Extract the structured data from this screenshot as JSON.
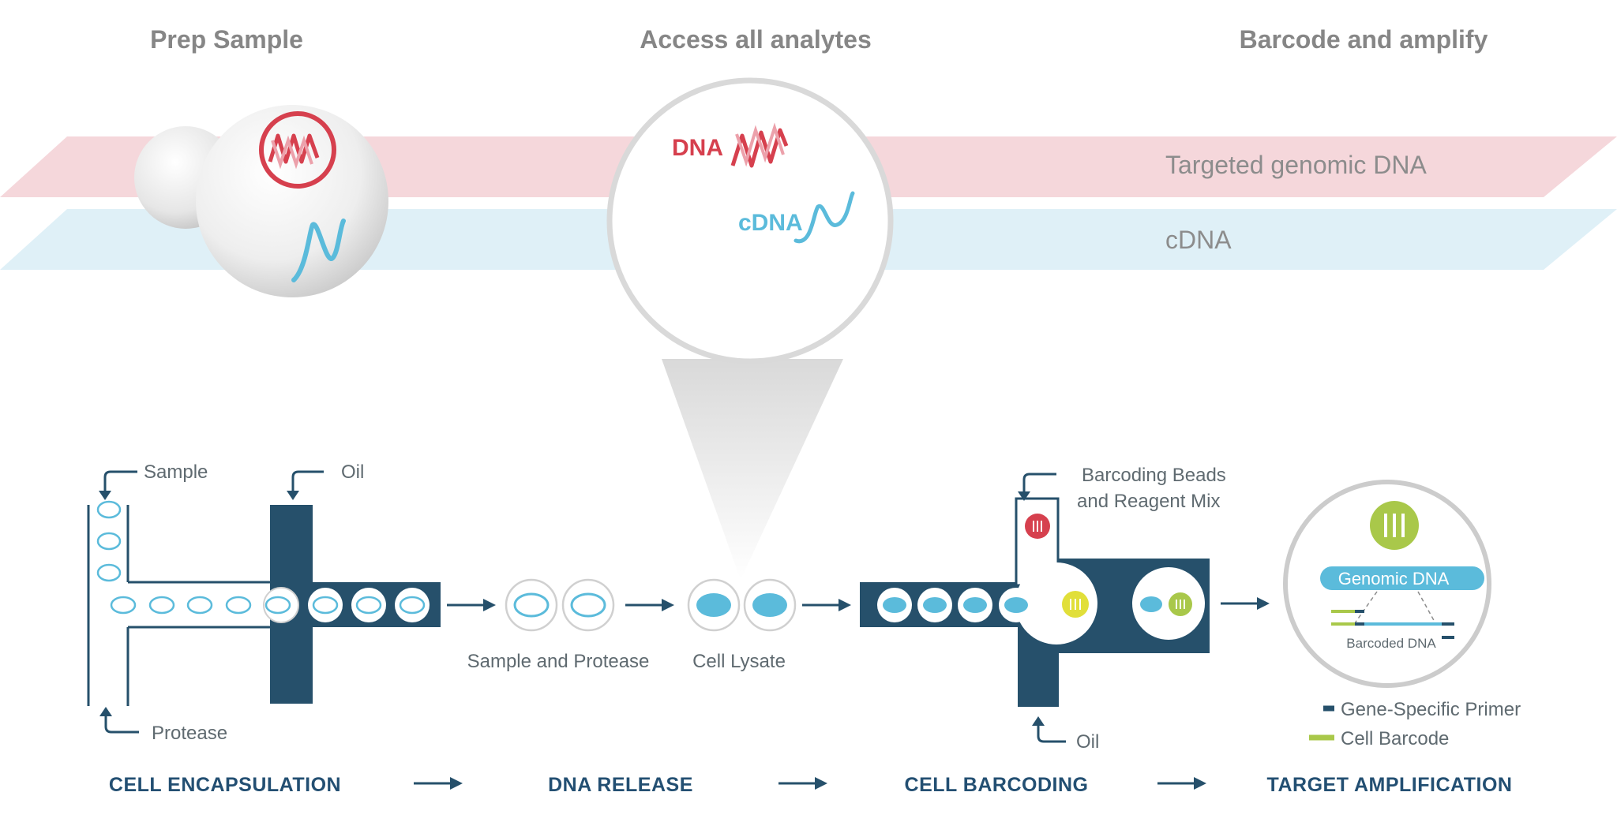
{
  "headers": {
    "prep_sample": "Prep Sample",
    "access_analytes": "Access all analytes",
    "barcode_amplify": "Barcode and amplify"
  },
  "lanes": {
    "genomic": "Targeted genomic DNA",
    "cdna": "cDNA"
  },
  "molecules": {
    "dna": "DNA",
    "cdna": "cDNA"
  },
  "labels": {
    "sample": "Sample",
    "oil_top": "Oil",
    "protease": "Protease",
    "sample_and_protease": "Sample and Protease",
    "cell_lysate": "Cell Lysate",
    "barcoding_beads_line1": "Barcoding Beads",
    "barcoding_beads_line2": "and Reagent Mix",
    "oil_bottom": "Oil",
    "genomic_dna": "Genomic DNA",
    "barcoded_dna": "Barcoded DNA",
    "gene_specific_primer": "Gene-Specific Primer",
    "cell_barcode": "Cell Barcode"
  },
  "steps": [
    "CELL ENCAPSULATION",
    "DNA RELEASE",
    "CELL BARCODING",
    "TARGET AMPLIFICATION"
  ],
  "colors": {
    "red_lane": "#f5d7db",
    "blue_lane": "#dff0f7",
    "dna_red": "#d6404e",
    "cdna_blue": "#5bbbdb",
    "navy": "#26506b",
    "barcode_green": "#a9c84a",
    "bead_yellow": "#e1df3a",
    "heading_gray": "#868686"
  }
}
